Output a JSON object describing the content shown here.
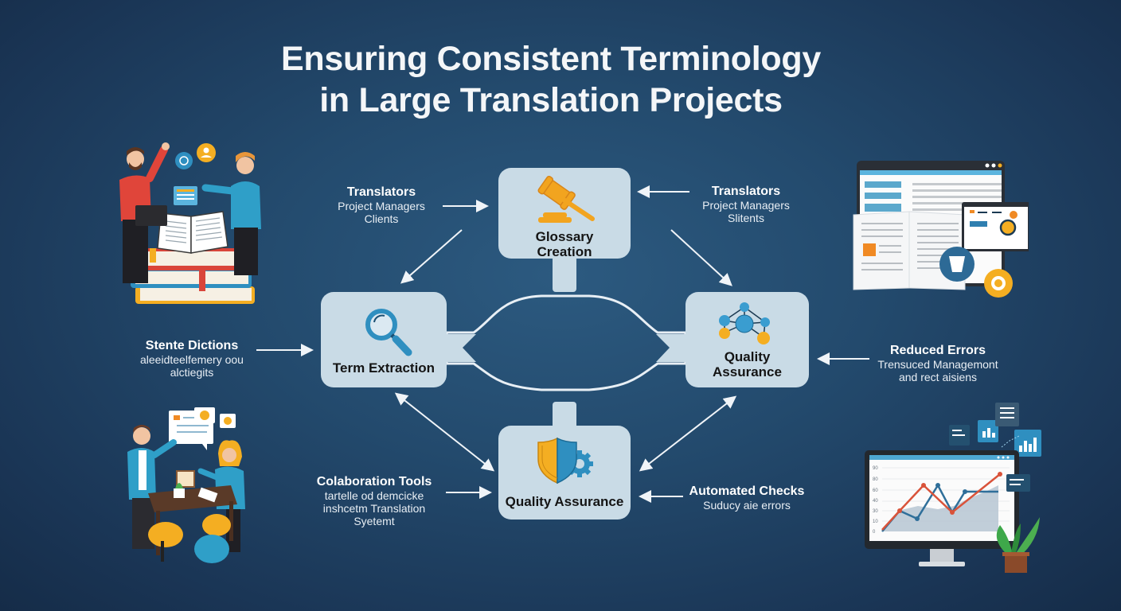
{
  "title": {
    "line1": "Ensuring Consistent Terminology",
    "line2": "in Large Translation Projects"
  },
  "nodes": {
    "glossary": {
      "label_line1": "Glossary",
      "label_line2": "Creation",
      "icon": "gavel-icon"
    },
    "term_extraction": {
      "label": "Term Extraction",
      "icon": "magnifier-icon"
    },
    "quality_assurance_right": {
      "label_line1": "Quality",
      "label_line2": "Assurance",
      "icon": "network-nodes-icon"
    },
    "quality_assurance_bottom": {
      "label": "Quality Assurance",
      "icon": "shield-gear-icon"
    }
  },
  "annotations": {
    "top_left": {
      "head": "Translators",
      "line1": "Project Managers",
      "line2": "Clients"
    },
    "top_right": {
      "head": "Translators",
      "line1": "Project Managers",
      "line2": "Slitents"
    },
    "mid_left": {
      "head": "Stente Dictions",
      "line1": "aleeidteelfemery oou",
      "line2": "alctiegits"
    },
    "mid_right": {
      "head": "Reduced Errors",
      "line1": "Trensuced Managemont",
      "line2": "and rect aisiens"
    },
    "bottom_left": {
      "head": "Colaboration Tools",
      "line1": "tartelle od demcicke",
      "line2": "inshcetm Translation",
      "line3": "Syetemt"
    },
    "bottom_right": {
      "head": "Automated Checks",
      "line1": "Suducy aie errors"
    }
  },
  "illustrations": {
    "top_left": "team-with-books-illustration",
    "top_right": "document-browser-illustration",
    "bottom_left": "collaboration-meeting-illustration",
    "bottom_right": "analytics-monitor-illustration"
  },
  "colors": {
    "background": "#234a6d",
    "node_fill": "#c9dbe6",
    "accent_orange": "#f2a41f",
    "accent_blue": "#2f8fc0",
    "chart_red": "#d9533a"
  }
}
